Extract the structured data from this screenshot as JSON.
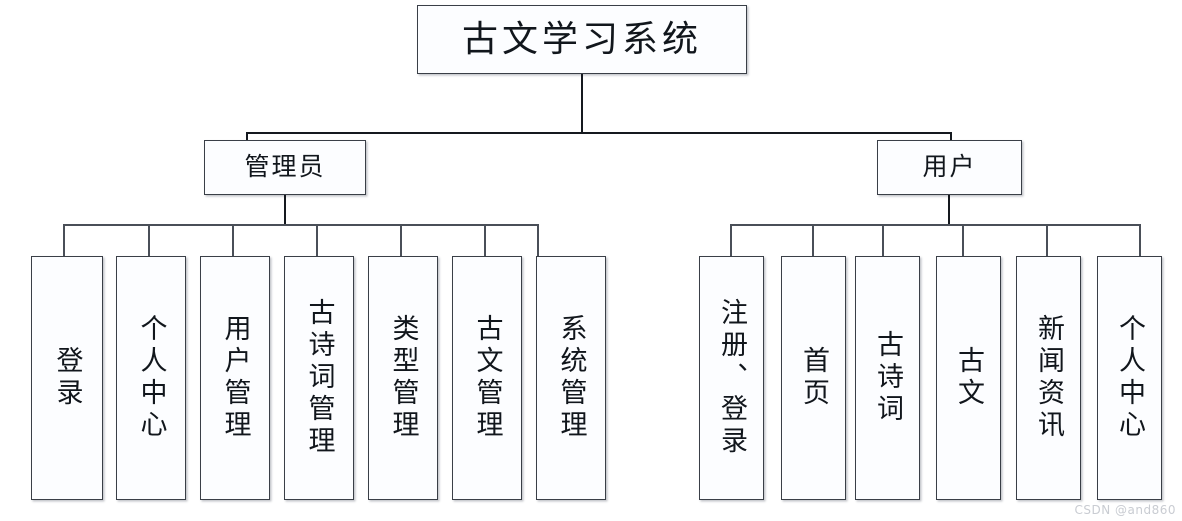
{
  "diagram": {
    "type": "tree",
    "title": "古文学习系统",
    "root": {
      "label": "古文学习系统"
    },
    "level2": [
      {
        "label": "管理员"
      },
      {
        "label": "用户"
      }
    ],
    "admin_children": [
      {
        "label": "登录"
      },
      {
        "label": "个人中心"
      },
      {
        "label": "用户管理"
      },
      {
        "label": "古诗词管理"
      },
      {
        "label": "类型管理"
      },
      {
        "label": "古文管理"
      },
      {
        "label": "系统管理"
      }
    ],
    "user_children": [
      {
        "label": "注册、登录"
      },
      {
        "label": "首页"
      },
      {
        "label": "古诗词"
      },
      {
        "label": "古文"
      },
      {
        "label": "新闻资讯"
      },
      {
        "label": "个人中心"
      }
    ]
  },
  "watermark": {
    "text": "CSDN @and860"
  },
  "colors": {
    "border": "#3a3f47",
    "connector": "#15191f",
    "box_fill": "#fcfdff",
    "text": "#11161c",
    "watermark": "#c9ccd2"
  }
}
